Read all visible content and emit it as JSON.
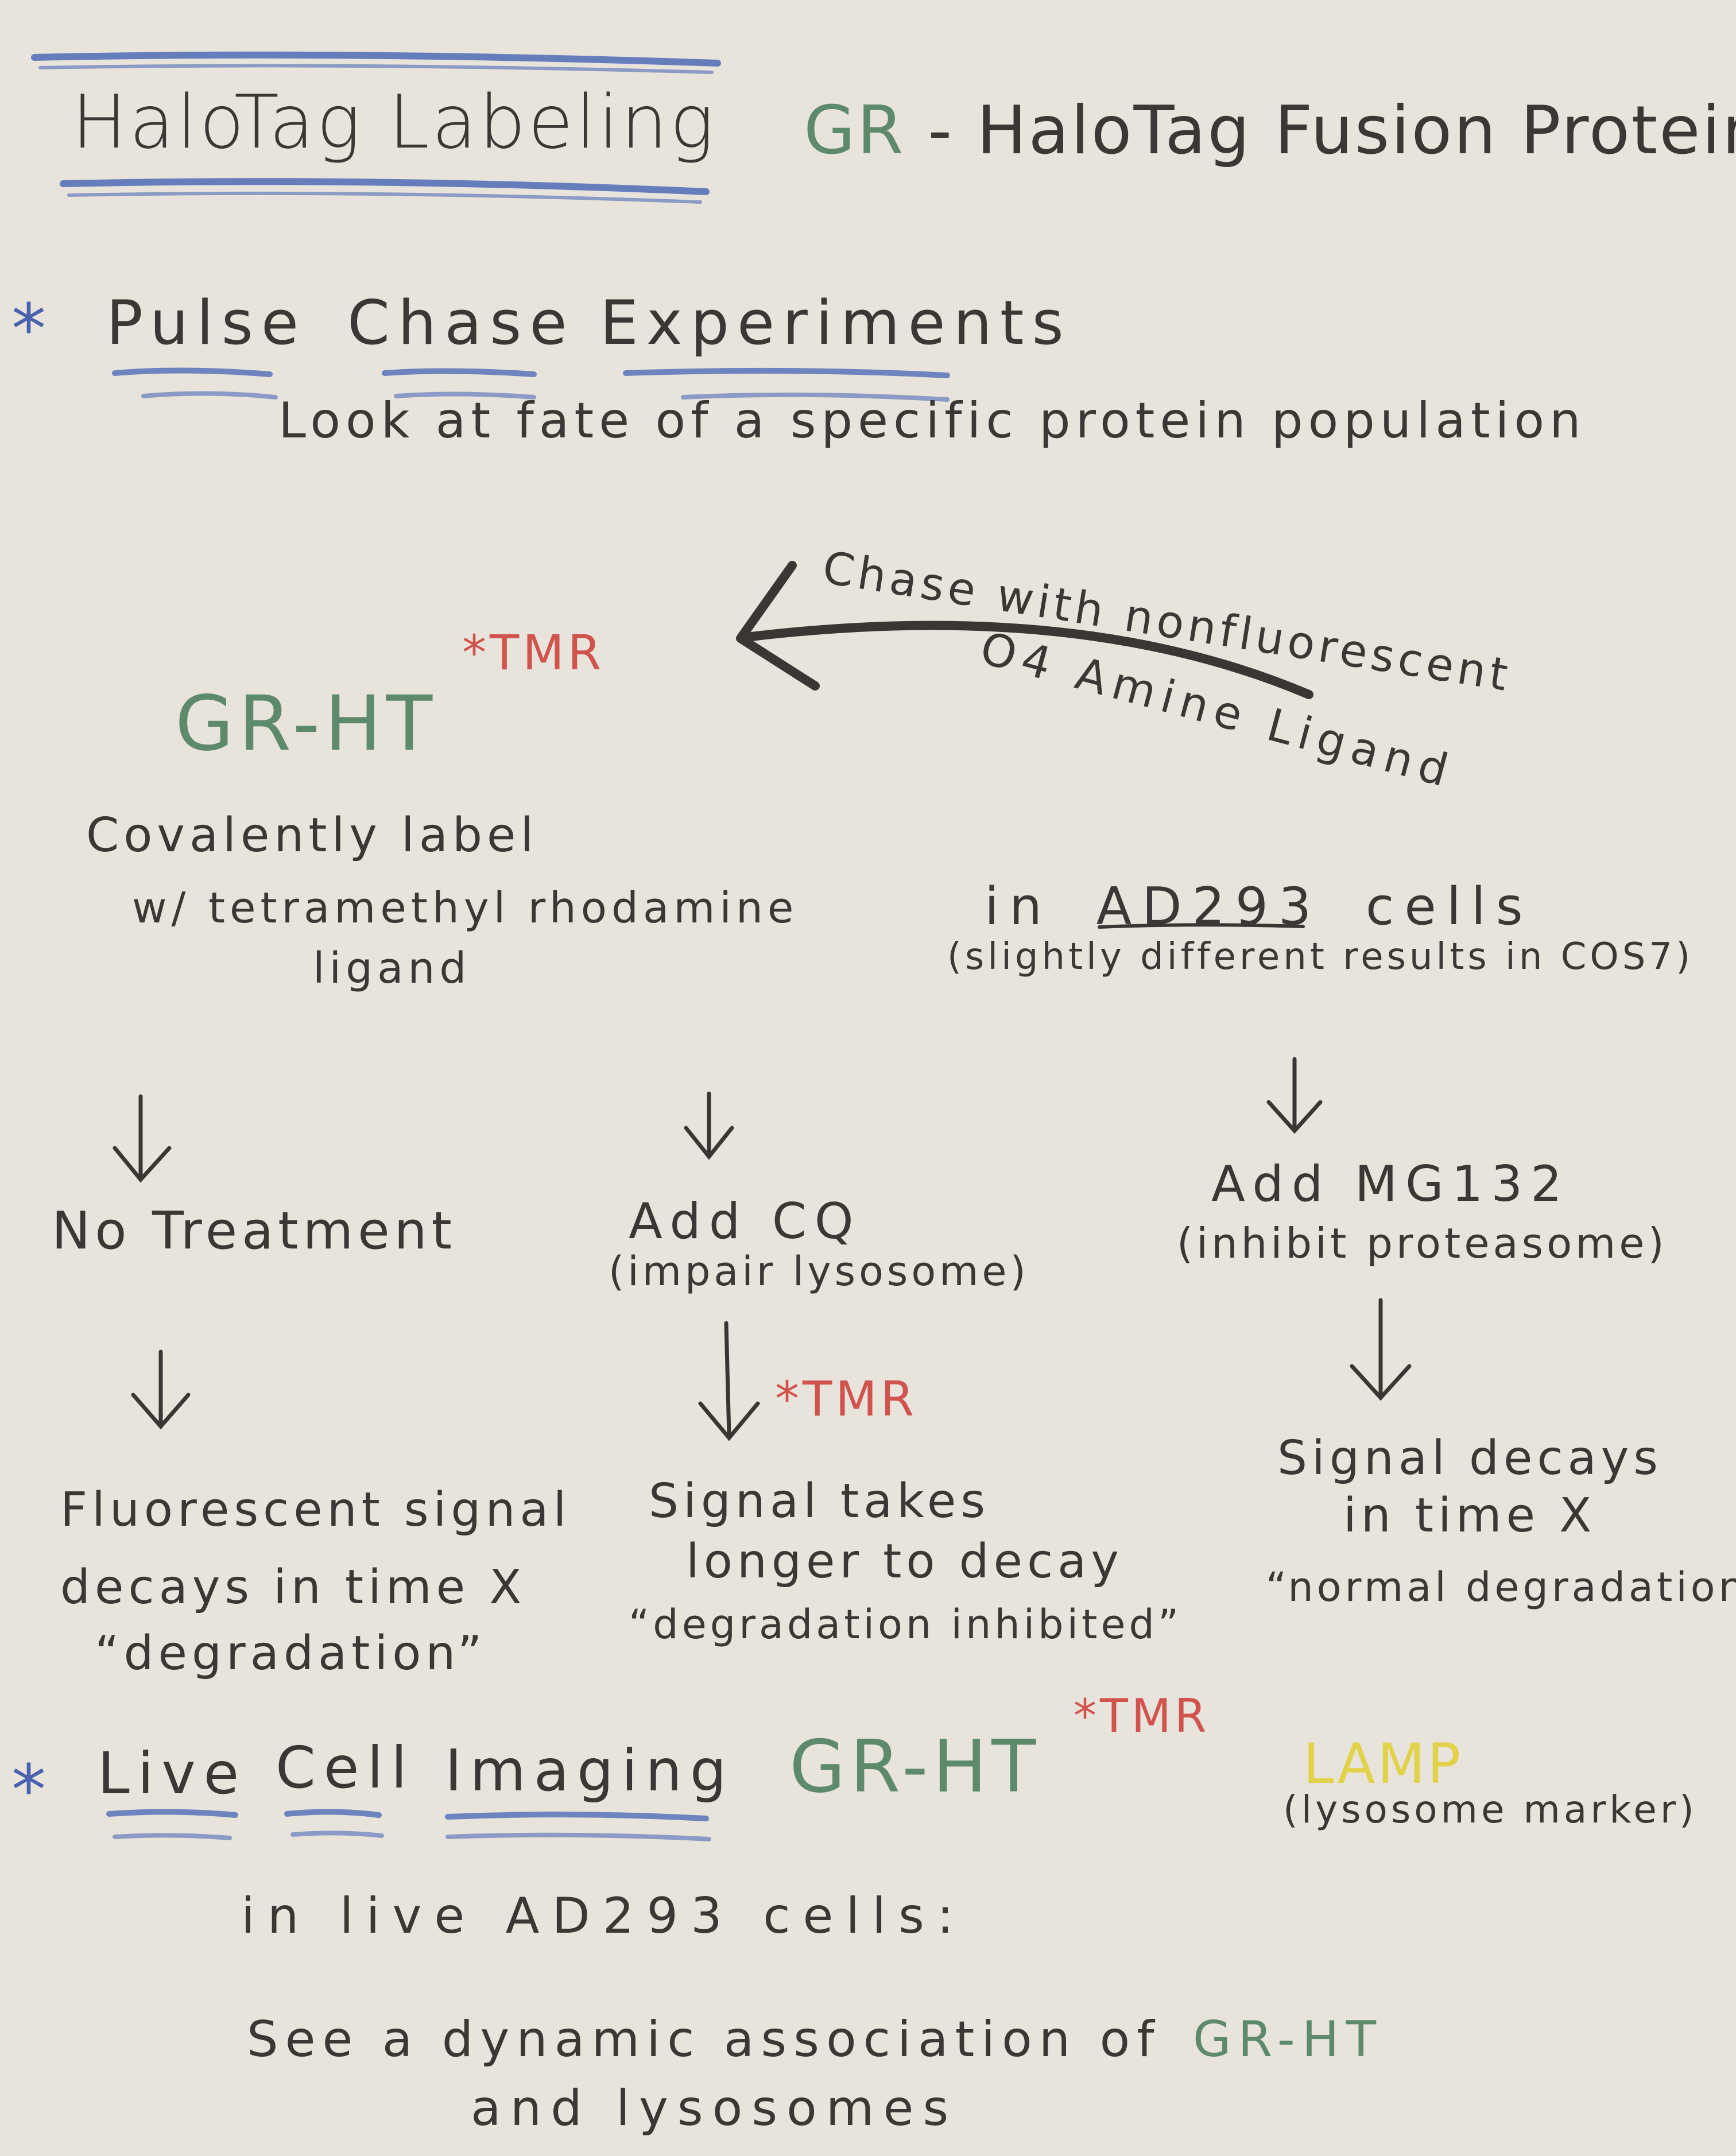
{
  "title": {
    "label": "HaloTag Labeling",
    "fusion_protein_prefix": "GR",
    "fusion_protein_suffix": " - HaloTag Fusion Protein"
  },
  "pulse_chase": {
    "bullet": "*",
    "heading_words": [
      "Pulse",
      "Chase",
      "Experiments"
    ],
    "subtitle": "Look at fate of a specific protein population",
    "chase_text_1": "Chase with nonfluorescent",
    "chase_text_2": "O4 Amine Ligand",
    "gr_ht": "GR-HT",
    "tmr_sup": "*TMR",
    "label_line1": "Covalently label",
    "label_line2": "w/ tetramethyl rhodamine",
    "label_line3": "ligand",
    "cells_prefix": "in",
    "cells_name": "AD293",
    "cells_suffix": "cells",
    "cells_note": "(slightly different results in COS7)"
  },
  "branches": [
    {
      "treatment": "No Treatment",
      "treatment_note": "",
      "result_line1": "Fluorescent signal",
      "result_line2": "decays in time X",
      "result_line3": "“degradation”"
    },
    {
      "treatment": "Add CQ",
      "treatment_note": "(impair lysosome)",
      "tmr_mark": "*TMR",
      "result_line1": "Signal takes",
      "result_line2": "longer to decay",
      "result_line3": "“degradation inhibited”"
    },
    {
      "treatment": "Add MG132",
      "treatment_note": "(inhibit proteasome)",
      "result_line1": "Signal decays",
      "result_line2": "in time X",
      "result_line3": "“normal degradation”"
    }
  ],
  "live_cell": {
    "bullet": "*",
    "heading_words": [
      "Live",
      "Cell",
      "Imaging"
    ],
    "gr_ht": "GR-HT",
    "tmr_sup": "*TMR",
    "lamp": "LAMP",
    "lamp_note": "(lysosome marker)",
    "cells_line": "in live AD293 cells:",
    "conclusion_prefix": "See a dynamic association of",
    "conclusion_gr": "GR-HT",
    "conclusion_line2": "and lysosomes"
  },
  "colors": {
    "ink": "#3b3735",
    "green": "#5d8a6a",
    "red": "#d0534e",
    "blue": "#4a62ad",
    "yellow": "#e2d24a",
    "paper": "#e8e4dc"
  }
}
